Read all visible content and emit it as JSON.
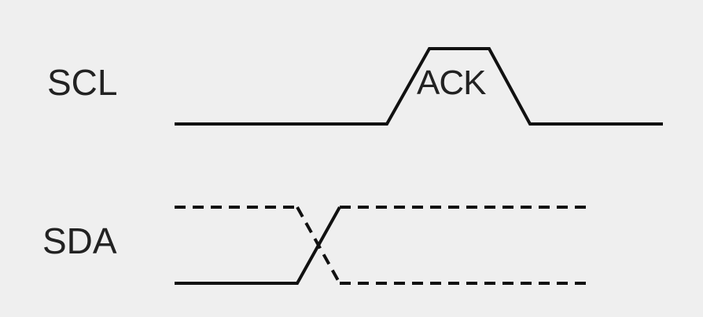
{
  "signals": {
    "scl": {
      "label": "SCL"
    },
    "sda": {
      "label": "SDA"
    }
  },
  "annotations": {
    "ack": "ACK"
  },
  "colors": {
    "background": "#efefef",
    "trace": "#111111",
    "text": "#222222"
  }
}
